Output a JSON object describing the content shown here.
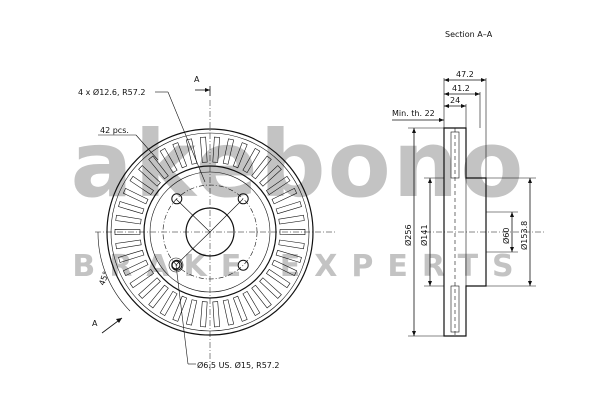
{
  "section_title": "Section A–A",
  "watermark": {
    "brand": "akebono",
    "tagline": "BRAKE EXPERTS",
    "color": "#b9b9b9"
  },
  "front_view": {
    "callout_holes": "4 x Ø12.6, R57.2",
    "callout_vanes": "42 pcs.",
    "callout_angle": "45°",
    "callout_small_hole": "Ø6.5 US. Ø15, R57.2",
    "section_marker": "A",
    "vane_count": 42
  },
  "section_view": {
    "dim_width_total": "47.2",
    "dim_width_hat": "41.2",
    "dim_width_disc": "24",
    "min_thickness": "Min. th. 22",
    "dia_outer": "Ø256",
    "dia_hat": "Ø141",
    "dia_center": "Ø60",
    "dia_bolt": "Ø153.8"
  }
}
